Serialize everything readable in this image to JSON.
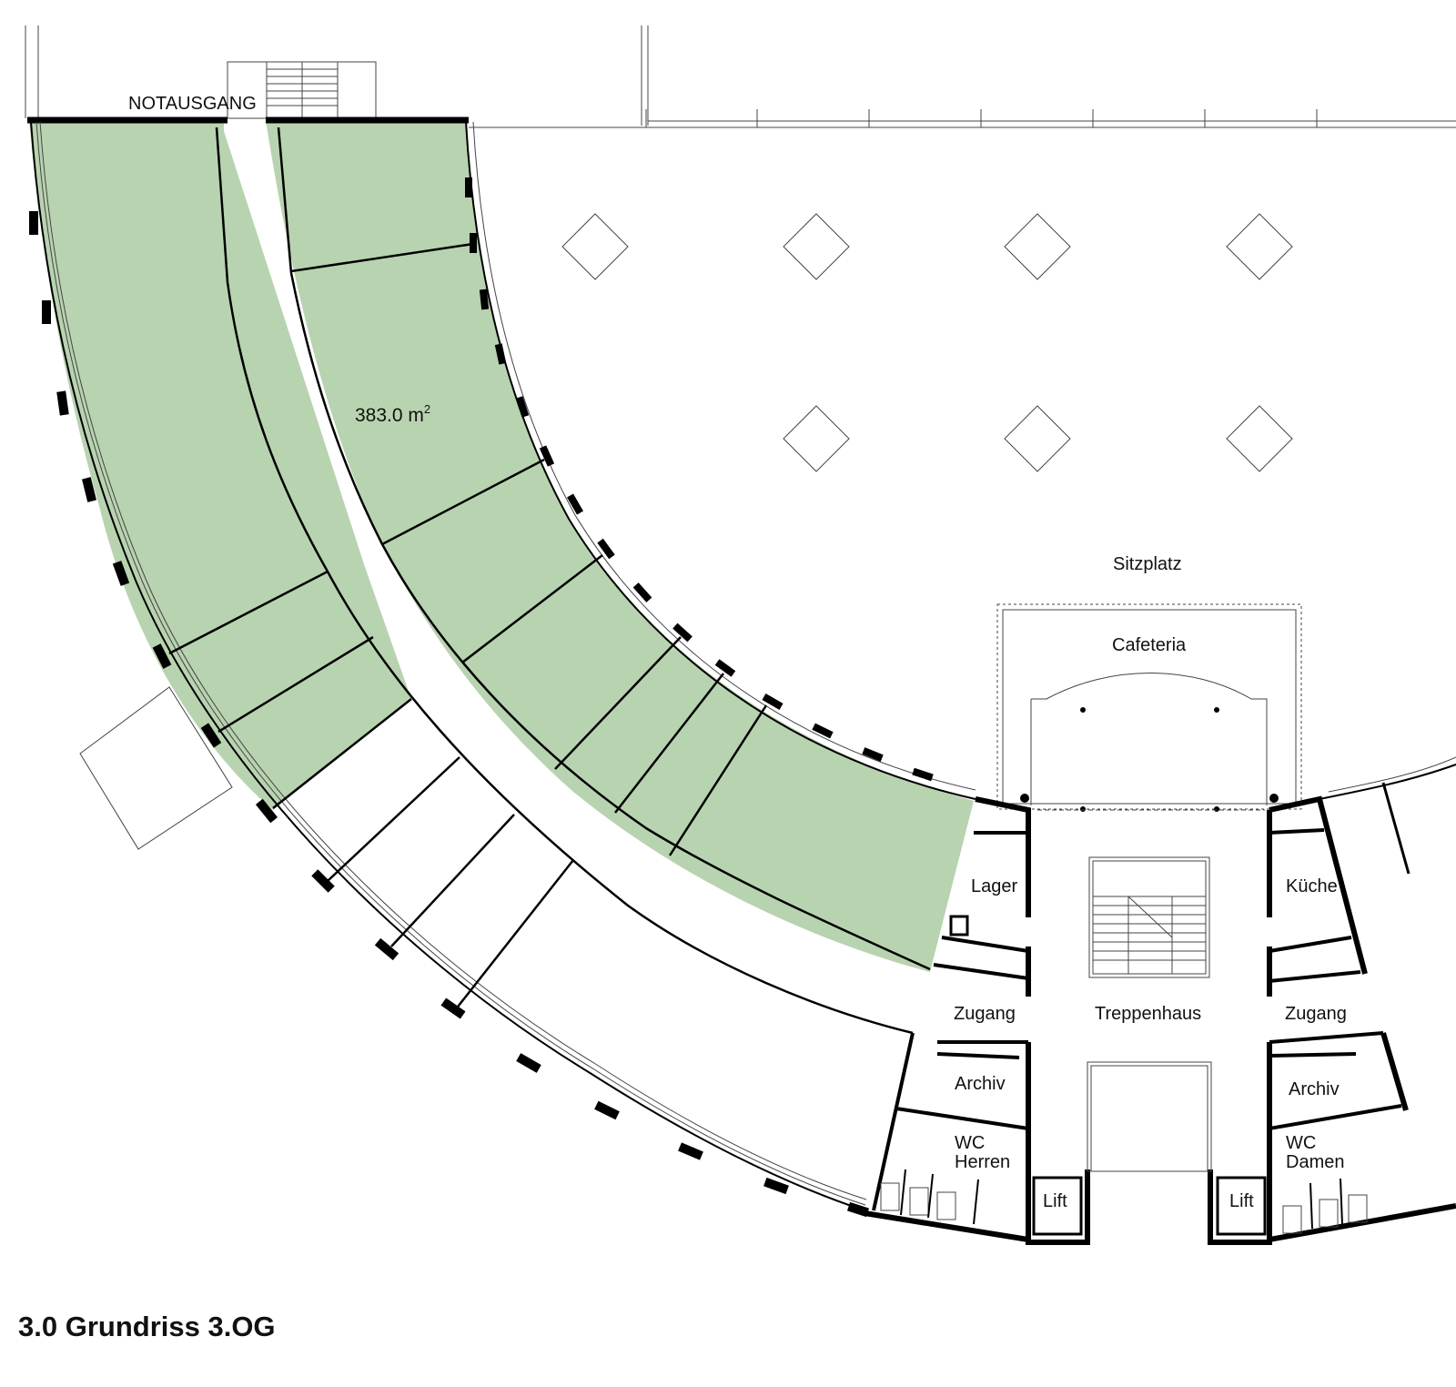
{
  "colors": {
    "highlight_fill": "#b8d3b0",
    "wall": "#000000",
    "line": "#444444",
    "background": "#ffffff"
  },
  "title": "3.0 Grundriss 3.OG",
  "area": {
    "value": "383.0 m",
    "unit_sup": "2"
  },
  "labels": {
    "emergency_exit": "NOTAUSGANG",
    "seating": "Sitzplatz",
    "cafeteria": "Cafeteria",
    "storage": "Lager",
    "kitchen": "Küche",
    "access_left": "Zugang",
    "access_right": "Zugang",
    "stairwell": "Treppenhaus",
    "archive_left": "Archiv",
    "archive_right": "Archiv",
    "wc_men_line1": "WC",
    "wc_men_line2": "Herren",
    "wc_women_line1": "WC",
    "wc_women_line2": "Damen",
    "lift_left": "Lift",
    "lift_right": "Lift"
  }
}
